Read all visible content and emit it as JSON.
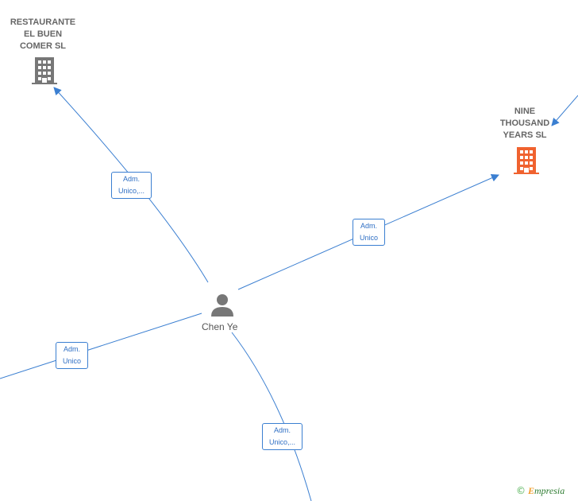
{
  "nodes": {
    "company1": {
      "lines": [
        "RESTAURANTE",
        "EL BUEN",
        "COMER SL"
      ],
      "icon": "building-icon",
      "color": "#777777"
    },
    "company2": {
      "lines": [
        "NINE",
        "THOUSAND",
        "YEARS  SL"
      ],
      "icon": "building-icon",
      "color": "#f0622f"
    },
    "person": {
      "name": "Chen Ye",
      "icon": "person-icon",
      "color": "#777777"
    }
  },
  "edges": [
    {
      "label": [
        "Adm.",
        "Unico,..."
      ]
    },
    {
      "label": [
        "Adm.",
        "Unico"
      ]
    },
    {
      "label": [
        "Adm.",
        "Unico"
      ]
    },
    {
      "label": [
        "Adm.",
        "Unico,..."
      ]
    }
  ],
  "footer": {
    "copyright": "©",
    "brand_initial": "E",
    "brand_rest": "mpresia"
  },
  "colors": {
    "edge": "#3b7fd1",
    "edge_label_text": "#2f6fc4"
  }
}
